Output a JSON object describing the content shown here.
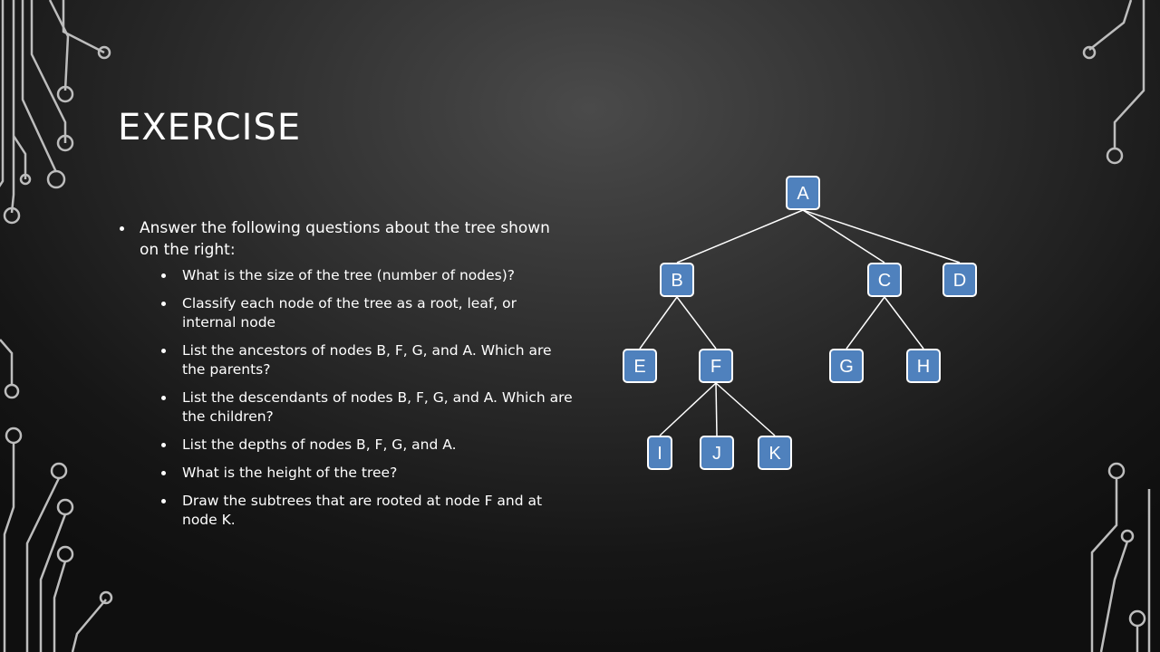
{
  "slide": {
    "title": "Exercise",
    "main_bullet": "Answer the following questions about the tree shown on the right:",
    "sub_bullets": [
      "What is the size of the tree (number of nodes)?",
      "Classify each node of the tree as a root, leaf, or internal node",
      "List the ancestors of nodes B, F, G, and A. Which are the parents?",
      "List the descendants of nodes B, F, G, and A. Which are the children?",
      "List the depths of nodes B, F, G, and A.",
      "What is the height of the tree?",
      "Draw the subtrees that are rooted at node F and at node K."
    ]
  },
  "tree": {
    "node_color": "#4f81bd",
    "edge_color": "#ffffff",
    "nodes": [
      {
        "id": "A",
        "label": "A"
      },
      {
        "id": "B",
        "label": "B"
      },
      {
        "id": "C",
        "label": "C"
      },
      {
        "id": "D",
        "label": "D"
      },
      {
        "id": "E",
        "label": "E"
      },
      {
        "id": "F",
        "label": "F"
      },
      {
        "id": "G",
        "label": "G"
      },
      {
        "id": "H",
        "label": "H"
      },
      {
        "id": "I",
        "label": "I"
      },
      {
        "id": "J",
        "label": "J"
      },
      {
        "id": "K",
        "label": "K"
      }
    ],
    "edges": [
      [
        "A",
        "B"
      ],
      [
        "A",
        "C"
      ],
      [
        "A",
        "D"
      ],
      [
        "B",
        "E"
      ],
      [
        "B",
        "F"
      ],
      [
        "C",
        "G"
      ],
      [
        "C",
        "H"
      ],
      [
        "F",
        "I"
      ],
      [
        "F",
        "J"
      ],
      [
        "F",
        "K"
      ]
    ]
  }
}
